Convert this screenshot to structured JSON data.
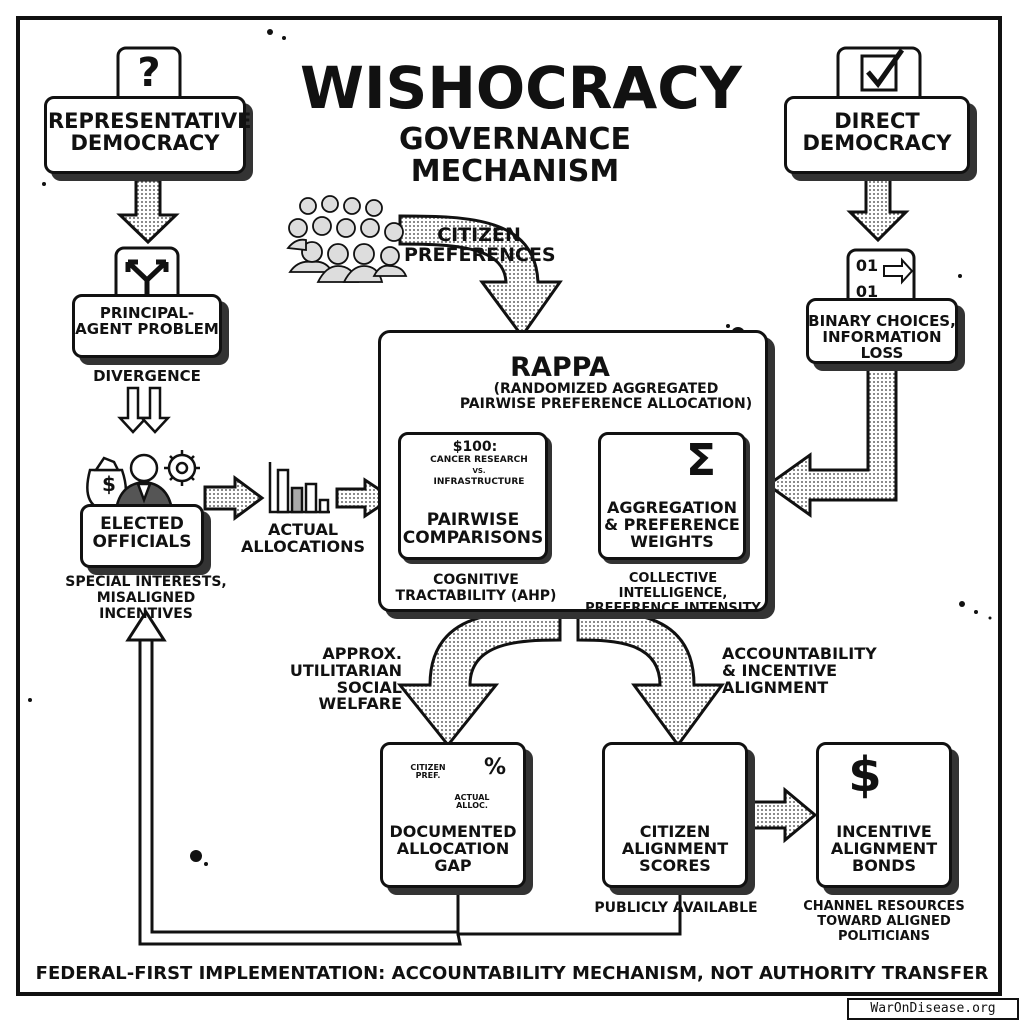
{
  "title": {
    "main": "WISHOCRACY",
    "sub": "GOVERNANCE MECHANISM"
  },
  "left": {
    "representative": "REPRESENTATIVE DEMOCRACY",
    "principal_agent": "PRINCIPAL-AGENT PROBLEM",
    "divergence": "DIVERGENCE",
    "elected": "ELECTED OFFICIALS",
    "special": "SPECIAL INTERESTS, MISALIGNED INCENTIVES",
    "actual": "ACTUAL ALLOCATIONS"
  },
  "right": {
    "direct": "DIRECT DEMOCRACY",
    "binary": "BINARY CHOICES, INFORMATION LOSS",
    "bits_top": "01",
    "bits_bottom": "01"
  },
  "center": {
    "citizen_prefs": "CITIZEN PREFERENCES",
    "rappa_title": "RAPPA",
    "rappa_full": "(RANDOMIZED AGGREGATED PAIRWISE PREFERENCE ALLOCATION)",
    "cloud_amount": "$100:",
    "cloud_a": "CANCER RESEARCH",
    "cloud_vs": "VS.",
    "cloud_b": "INFRASTRUCTURE",
    "pairwise": "PAIRWISE COMPARISONS",
    "cognitive": "COGNITIVE TRACTABILITY (AHP)",
    "aggregation": "AGGREGATION & PREFERENCE WEIGHTS",
    "collective": "COLLECTIVE INTELLIGENCE, PREFERENCE INTENSITY",
    "sigma": "Σ"
  },
  "bottom": {
    "approx": "APPROX. UTILITARIAN SOCIAL WELFARE",
    "accountability": "ACCOUNTABILITY & INCENTIVE ALIGNMENT",
    "gap": "DOCUMENTED ALLOCATION GAP",
    "gap_citizen": "CITIZEN PREF.",
    "gap_actual": "ACTUAL ALLOC.",
    "percent": "%",
    "scores": "CITIZEN ALIGNMENT SCORES",
    "publicly": "PUBLICLY AVAILABLE",
    "bonds": "INCENTIVE ALIGNMENT BONDS",
    "channel": "CHANNEL RESOURCES TOWARD ALIGNED POLITICIANS",
    "dollar": "$",
    "question": "?"
  },
  "footer": "FEDERAL-FIRST IMPLEMENTATION: ACCOUNTABILITY MECHANISM, NOT AUTHORITY TRANSFER",
  "credit": "WarOnDisease.org",
  "colors": {
    "ink": "#111111",
    "paper": "#ffffff",
    "shade": "#9a9a9a"
  }
}
